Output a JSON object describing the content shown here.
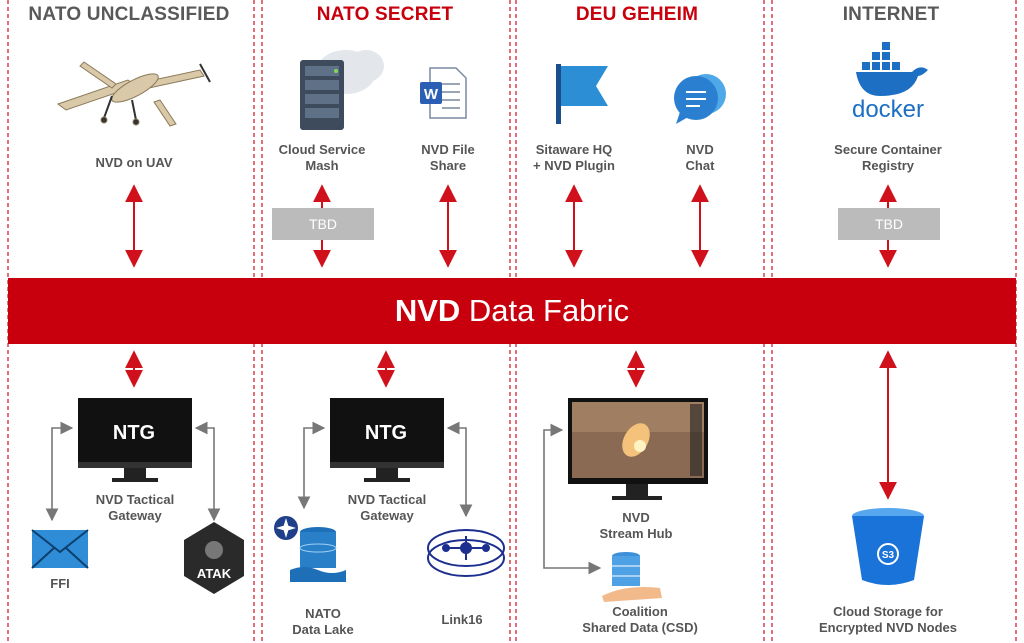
{
  "columns": {
    "c1": {
      "title": "NATO UNCLASSIFIED",
      "color": "#595959"
    },
    "c2": {
      "title": "NATO SECRET",
      "color": "#c8000d"
    },
    "c3": {
      "title": "DEU GEHEIM",
      "color": "#c8000d"
    },
    "c4": {
      "title": "INTERNET",
      "color": "#595959"
    }
  },
  "top": {
    "uav": "NVD on UAV",
    "cloud_mesh": "Cloud Service\nMash",
    "file_share": "NVD File\nShare",
    "sitaware": "Sitaware HQ\n+ NVD Plugin",
    "chat": "NVD\nChat",
    "registry": "Secure Container\nRegistry",
    "docker_word": "docker",
    "word_letter": "W",
    "tbd_left": "TBD",
    "tbd_right": "TBD"
  },
  "fabric": {
    "bold": "NVD",
    "rest": " Data Fabric"
  },
  "bottom": {
    "ntg1": "NTG",
    "ntg2": "NTG",
    "gateway1": "NVD Tactical\nGateway",
    "gateway2": "NVD Tactical\nGateway",
    "ffi": "FFI",
    "atak": "ATAK",
    "data_lake": "NATO\nData Lake",
    "link16": "Link16",
    "stream_hub": "NVD\nStream Hub",
    "csd": "Coalition\nShared Data (CSD)",
    "s3": "Cloud Storage for\nEncrypted NVD Nodes",
    "s3_badge": "S3"
  },
  "colors": {
    "accent": "#c8000d",
    "arrow": "#d0111b",
    "grey_arrow": "#777777",
    "tbd": "#bbbbbb",
    "docker_blue": "#1d6fc4",
    "aws_blue": "#1a73d9"
  }
}
